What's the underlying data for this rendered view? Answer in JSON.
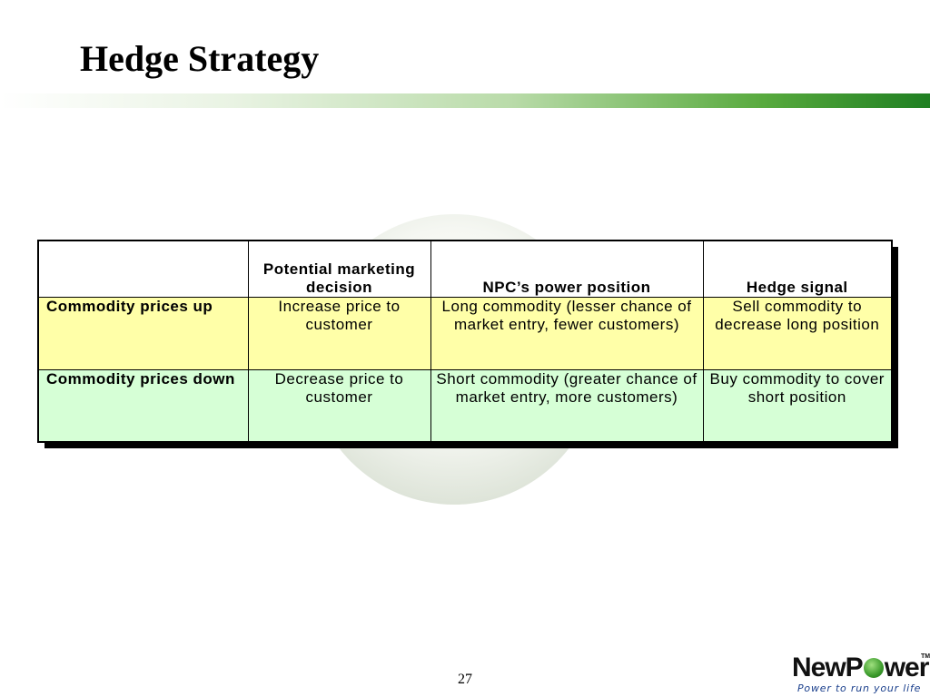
{
  "slide": {
    "title": "Hedge Strategy",
    "page_number": "27"
  },
  "table": {
    "headers": [
      "",
      "Potential marketing decision",
      "NPC’s power position",
      "Hedge signal"
    ],
    "rows": [
      {
        "label": "Commodity prices up",
        "marketing_decision": "Increase price to customer",
        "power_position": "Long commodity (lesser chance of market entry, fewer customers)",
        "hedge_signal": "Sell commodity to decrease long position"
      },
      {
        "label": "Commodity prices down",
        "marketing_decision": "Decrease price to customer",
        "power_position": "Short commodity (greater chance of market entry, more customers)",
        "hedge_signal": "Buy commodity to cover short position"
      }
    ]
  },
  "logo": {
    "name_part1": "NewP",
    "name_part2": "wer",
    "trademark": "TM",
    "tagline": "Power to run your life"
  },
  "colors": {
    "row_up_bg": "#ffffa8",
    "row_down_bg": "#d6ffd6",
    "accent_green": "#1f7f22",
    "tagline_blue": "#1a3f8c"
  }
}
